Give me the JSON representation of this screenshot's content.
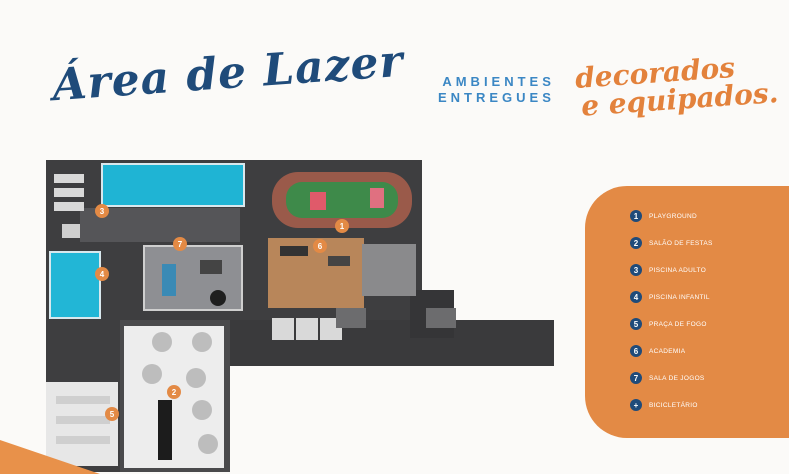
{
  "header": {
    "title": "Área de Lazer",
    "tagline_line1": "AMBIENTES",
    "tagline_line2": "ENTREGUES",
    "script_line1": "decorados",
    "script_line2": "e equipados."
  },
  "legend": {
    "items": [
      {
        "marker": "1",
        "label": "PLAYGROUND"
      },
      {
        "marker": "2",
        "label": "SALÃO DE FESTAS"
      },
      {
        "marker": "3",
        "label": "PISCINA ADULTO"
      },
      {
        "marker": "4",
        "label": "PISCINA INFANTIL"
      },
      {
        "marker": "5",
        "label": "PRAÇA DE FOGO"
      },
      {
        "marker": "6",
        "label": "ACADEMIA"
      },
      {
        "marker": "7",
        "label": "SALA DE JOGOS"
      },
      {
        "marker": "+",
        "label": "BICICLETÁRIO"
      }
    ]
  },
  "floorplan_markers": [
    "1",
    "2",
    "3",
    "4",
    "5",
    "6",
    "7"
  ],
  "colors": {
    "brand_blue": "#1f4b7a",
    "tag_blue": "#3b87c4",
    "accent_orange": "#e38a45",
    "pool": "#21b7d6"
  }
}
